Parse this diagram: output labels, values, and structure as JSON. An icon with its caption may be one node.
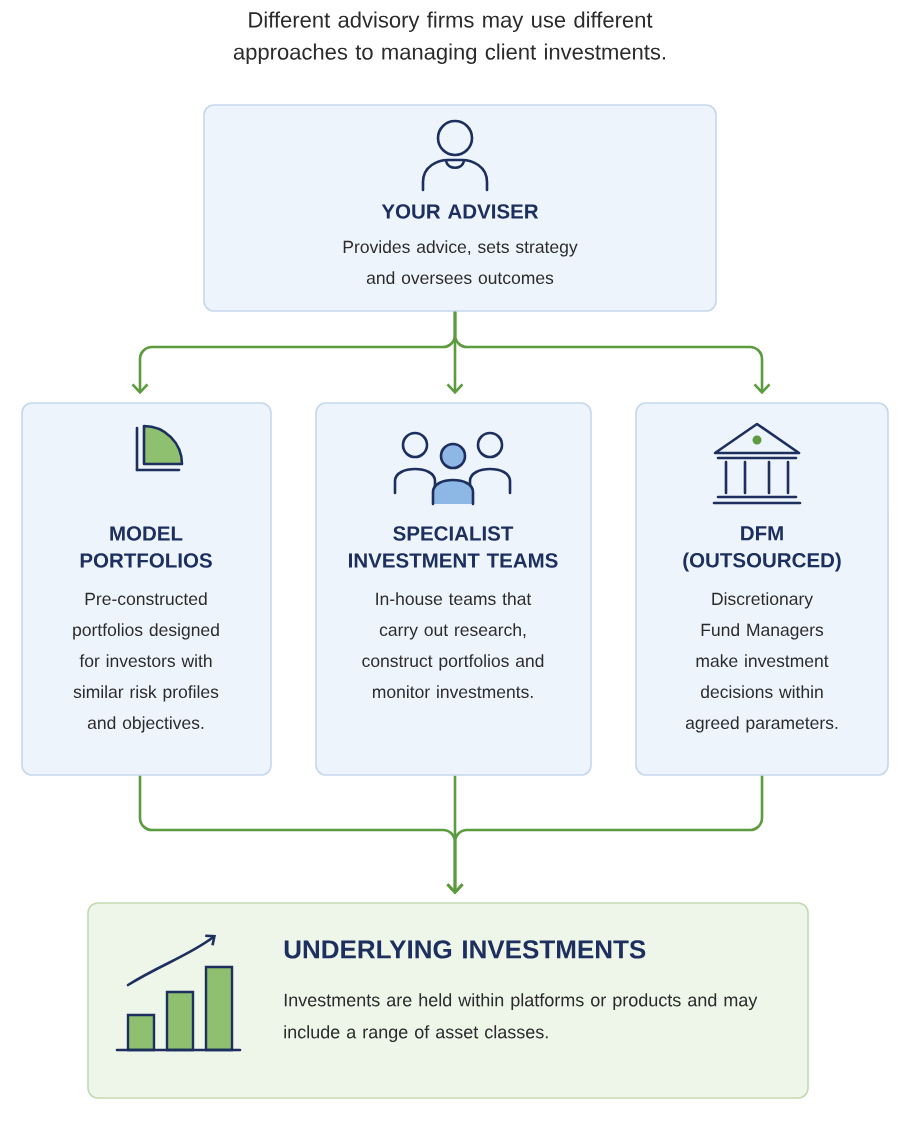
{
  "diagram": {
    "title": "Different advisory firms may use different approaches to managing client investments.",
    "nodes": [
      {
        "text": [
          "YOUR ADVISER",
          "Provides advice, sets strategy and oversees outcomes"
        ]
      },
      {
        "text": [
          "MODEL PORTFOLIOS",
          "Pre-constructed portfolios designed for investors with similar risk profiles and objectives."
        ]
      },
      {
        "text": [
          "SPECIALIST INVESTMENT TEAMS",
          "In-house teams that carry out research, construct portfolios and monitor investments."
        ]
      },
      {
        "text": [
          "DFM (OUTSOURCED)",
          "Discretionary Fund Managers make investment decisions within agreed parameters."
        ]
      },
      {
        "text": [
          "UNDERLYING INVESTMENTS",
          "Investments are held within platforms or products and may include a range of asset classes."
        ]
      }
    ],
    "edges": [
      {
        "from": 0,
        "to": 1,
        "arrow": "to"
      },
      {
        "from": 0,
        "to": 2,
        "arrow": "to"
      },
      {
        "from": 0,
        "to": 3,
        "arrow": "to"
      },
      {
        "from": 1,
        "to": 4,
        "arrow": "to"
      },
      {
        "from": 2,
        "to": 4,
        "arrow": "to"
      },
      {
        "from": 3,
        "to": 4,
        "arrow": "to"
      }
    ]
  }
}
